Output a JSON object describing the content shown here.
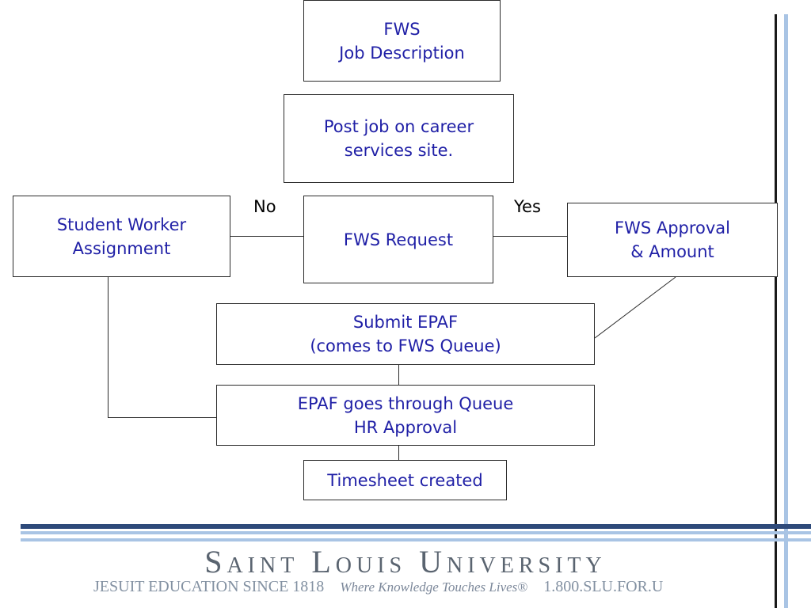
{
  "nodes": {
    "job_description": {
      "line1": "FWS",
      "line2": "Job Description"
    },
    "post_job": {
      "line1": "Post job on career",
      "line2": "services site."
    },
    "student_worker": {
      "line1": "Student Worker",
      "line2": "Assignment"
    },
    "fws_request": {
      "label": "FWS Request"
    },
    "fws_approval": {
      "line1": "FWS Approval",
      "line2": "& Amount"
    },
    "submit_epaf": {
      "line1": "Submit EPAF",
      "line2": "(comes to FWS Queue)"
    },
    "epaf_queue": {
      "line1": "EPAF goes through Queue",
      "line2": "HR Approval"
    },
    "timesheet": {
      "label": "Timesheet created"
    }
  },
  "edge_labels": {
    "no": "No",
    "yes": "Yes"
  },
  "footer": {
    "university": "Saint Louis University",
    "motto": "JESUIT EDUCATION SINCE 1818",
    "tagline": "Where Knowledge Touches Lives®",
    "phone": "1.800.SLU.FOR.U"
  },
  "colors": {
    "node_text": "#1f1fa6",
    "border": "#2b2b2b",
    "footer_navy": "#2e4a7a",
    "footer_light_blue": "#a9c4e4"
  }
}
